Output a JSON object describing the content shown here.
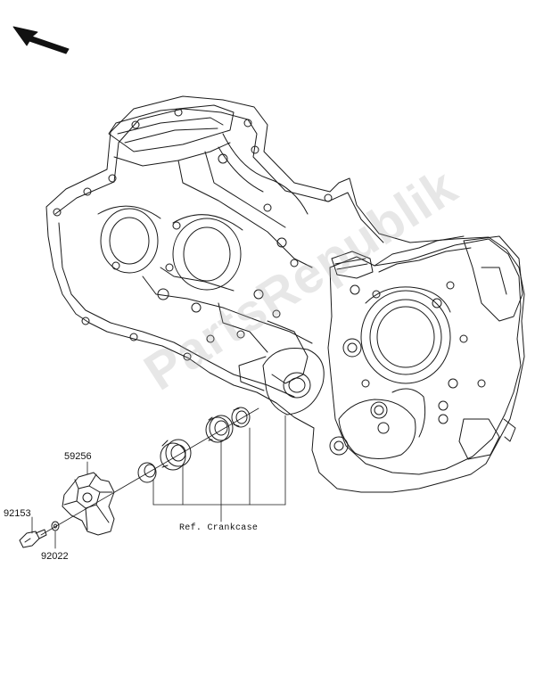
{
  "labels": {
    "impeller": "59256",
    "bolt": "92153",
    "washer": "92022",
    "reference": "Ref. Crankcase"
  },
  "watermark": "PartsRepublik",
  "colors": {
    "line": "#1a1a1a",
    "watermark": "#b0b0b0",
    "background": "#ffffff"
  },
  "icons": {
    "orientation": "arrow-up-left-icon"
  }
}
